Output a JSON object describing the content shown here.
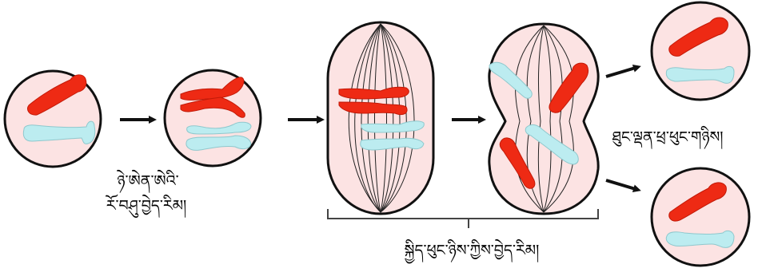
{
  "labels": {
    "interphase_line1": "ཉེ་ཨེན་ཨེའི་",
    "interphase_line2": "ཪོ་བཤུ་བྱེད་རིམ།",
    "daughter_cells": "ཐུང་ལྡན་ཕྲ་ཕུང་གཉིས།",
    "mitosis": "སྐྱིད་ཕུང་ཉིས་ཀྱིས་བྱེད་རིམ།"
  },
  "colors": {
    "cell_fill": "#fce3e3",
    "cell_outline": "#111111",
    "chromosome_red": "#ee2a14",
    "chromosome_blue": "#bcecf0",
    "spindle_lines": "#222222",
    "arrow": "#111111"
  }
}
